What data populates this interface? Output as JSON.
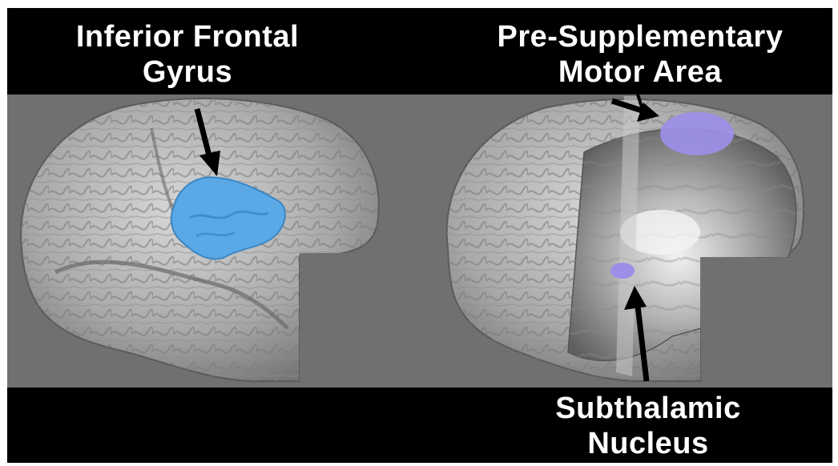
{
  "labels": {
    "ifg": [
      "Inferior Frontal",
      "Gyrus"
    ],
    "presma": [
      "Pre-Supplementary",
      "Motor Area"
    ],
    "stn": [
      "Subthalamic",
      "Nucleus"
    ]
  },
  "colors": {
    "background": "#000000",
    "panel": "#707070",
    "ifg_region": "#5aa9e6",
    "presma_region": "#9b8fe8",
    "stn_region": "#9b8fe8",
    "cortex": "#bdbdbd"
  }
}
